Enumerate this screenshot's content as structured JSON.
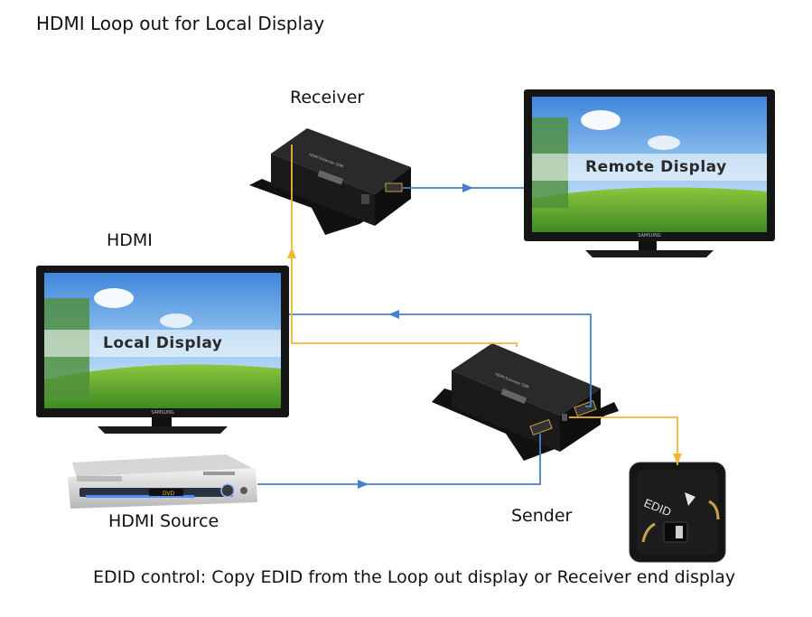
{
  "title": "HDMI Loop out for Local Display",
  "labels": {
    "receiver": "Receiver",
    "hdmi": "HDMI",
    "hdmi_source": "HDMI Source",
    "sender": "Sender",
    "remote_display": "Remote Display",
    "local_display": "Local Display",
    "edid_switch": "EDID",
    "brand": "SAMSUNG",
    "device_text": "HDMI Extender 50M",
    "dvd_text": "DVD"
  },
  "footer": "EDID control: Copy EDID from the Loop out display or Receiver end display",
  "colors": {
    "hdmi_line": "#4a7fd0",
    "edid_line": "#f0b832",
    "device_body": "#1c1c1c",
    "sky": "#6aa8e8",
    "grass": "#5ea635"
  }
}
